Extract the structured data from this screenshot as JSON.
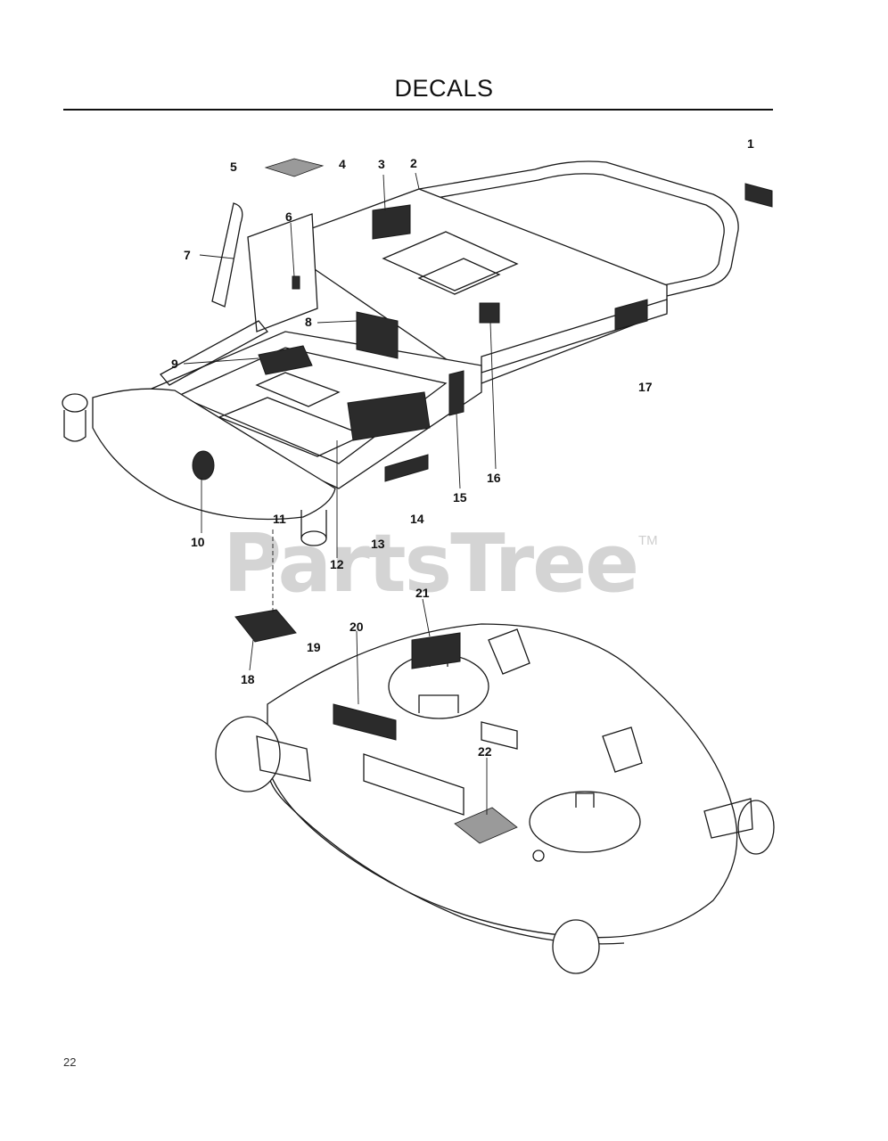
{
  "page": {
    "title": "DECALS",
    "page_number": "22"
  },
  "watermark": {
    "text": "PartsTree",
    "trademark": "TM"
  },
  "callouts": {
    "c1": "1",
    "c2": "2",
    "c3": "3",
    "c4": "4",
    "c5": "5",
    "c6": "6",
    "c7": "7",
    "c8": "8",
    "c9": "9",
    "c10": "10",
    "c11": "11",
    "c12": "12",
    "c13": "13",
    "c14": "14",
    "c15": "15",
    "c16": "16",
    "c17": "17",
    "c18": "18",
    "c19": "19",
    "c20": "20",
    "c21": "21",
    "c22": "22"
  },
  "colors": {
    "line": "#1a1a1a",
    "watermark": "#d4d4d4",
    "decal_dark": "#2b2b2b"
  }
}
